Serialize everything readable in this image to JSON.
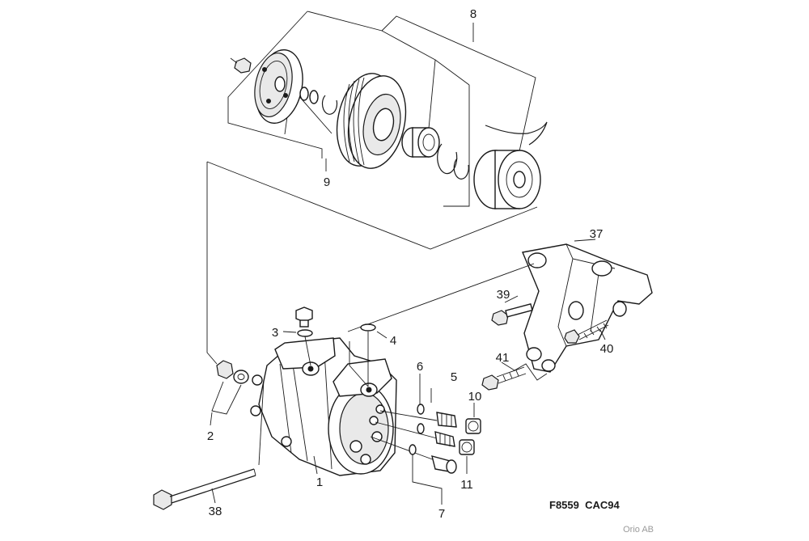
{
  "diagram": {
    "callouts": [
      "8",
      "9",
      "37",
      "39",
      "40",
      "41",
      "3",
      "4",
      "6",
      "5",
      "10",
      "2",
      "1",
      "11",
      "38",
      "7"
    ],
    "reference_code": "F8559  CAC94",
    "credit": "Orio AB"
  },
  "colors": {
    "ink": "#1a1a1a",
    "background": "#ffffff",
    "credit": "#9a9a9a"
  }
}
